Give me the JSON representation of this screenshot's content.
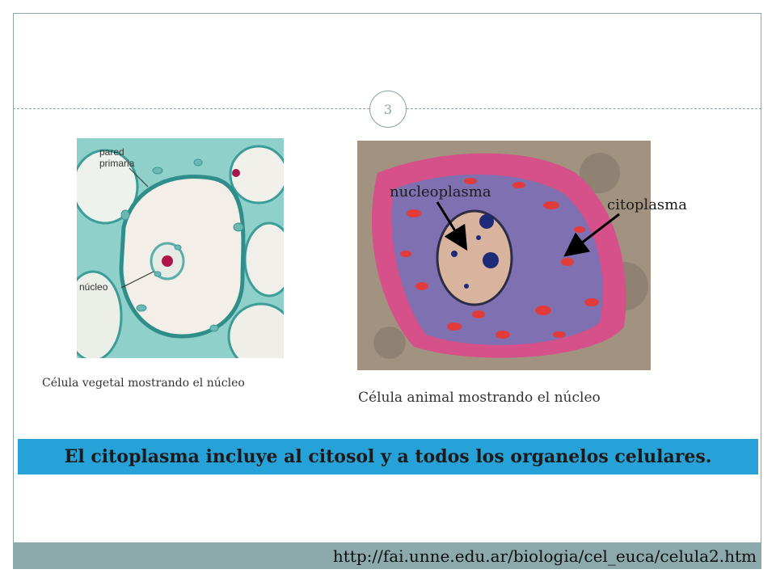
{
  "slide": {
    "page_number": "3"
  },
  "left_figure": {
    "label_wall": "pared\nprimaria",
    "label_wall_line1": "pared",
    "label_wall_line2": "primaria",
    "label_nucleus": "núcleo",
    "caption": "Célula vegetal mostrando el núcleo"
  },
  "right_figure": {
    "label_nucleoplasm": "nucleoplasma",
    "label_cytoplasm": "citoplasma",
    "caption": "Célula animal mostrando el núcleo"
  },
  "banner": {
    "text": "El citoplasma incluye al citosol y a todos los organelos celulares."
  },
  "footer": {
    "url": "http://fai.unne.edu.ar/biologia/cel_euca/celula2.htm"
  },
  "colors": {
    "banner": "#27a2d8",
    "footer": "#8caaac",
    "frame": "#8aa3a7"
  }
}
